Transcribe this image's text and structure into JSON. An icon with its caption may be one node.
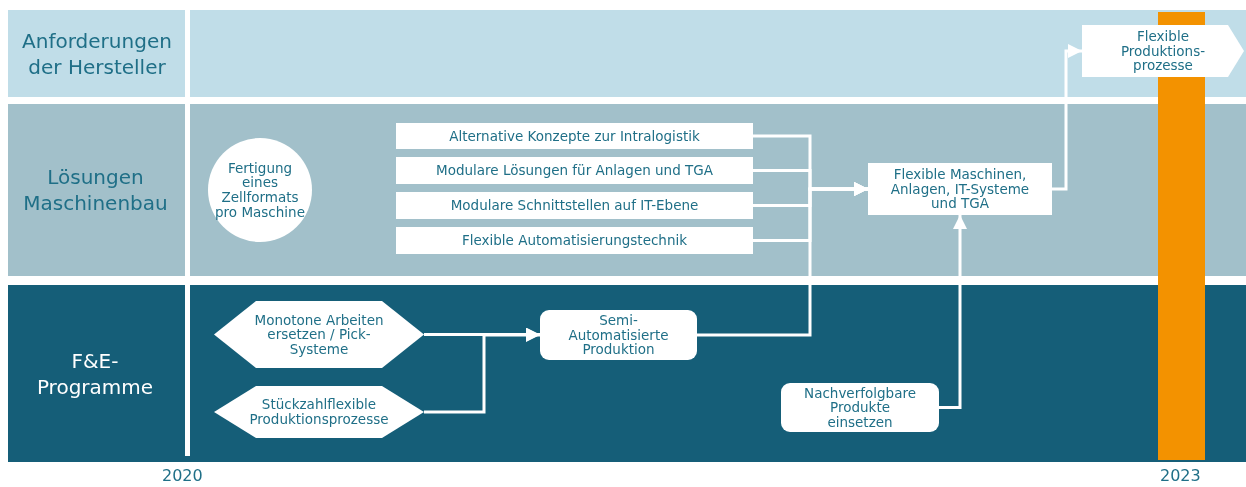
{
  "diagram": {
    "nodes": [
      {
        "text": [
          "Anforderungen der Hersteller"
        ]
      },
      {
        "text": [
          "Lösungen Maschinenbau"
        ]
      },
      {
        "text": [
          "F&E-Programme"
        ]
      },
      {
        "text": [
          "Flexible Produktions- prozesse"
        ],
        "in": 0
      },
      {
        "text": [
          "Fertigung eines Zellformats pro Maschine"
        ],
        "in": 1
      },
      {
        "text": [
          "Alternative Konzepte zur Intralogistik"
        ],
        "in": 1
      },
      {
        "text": [
          "Modulare Lösungen für Anlagen und TGA"
        ],
        "in": 1
      },
      {
        "text": [
          "Modulare Schnittstellen auf IT-Ebene"
        ],
        "in": 1
      },
      {
        "text": [
          "Flexible Automatisierungstechnik"
        ],
        "in": 1
      },
      {
        "text": [
          "Flexible Maschinen, Anlagen, IT-Systeme und TGA"
        ],
        "in": 1
      },
      {
        "text": [
          "Monotone Arbeiten ersetzen / Pick-Systeme"
        ],
        "in": 2
      },
      {
        "text": [
          "Stückzahlflexible Produktionsprozesse"
        ],
        "in": 2
      },
      {
        "text": [
          "Semi- Automatisierte Produktion"
        ],
        "in": 2
      },
      {
        "text": [
          "Nachverfolgbare Produkte einsetzen"
        ],
        "in": 2
      },
      {
        "text": [],
        "shape": "bar"
      }
    ],
    "edges": [
      {
        "from": 5,
        "to": 9,
        "arrow": "to"
      },
      {
        "from": 6,
        "to": 9,
        "arrow": "to"
      },
      {
        "from": 7,
        "to": 9,
        "arrow": "to"
      },
      {
        "from": 8,
        "to": 9,
        "arrow": "to"
      },
      {
        "from": 9,
        "to": 3,
        "arrow": "to"
      },
      {
        "from": 10,
        "to": 12,
        "arrow": "to"
      },
      {
        "from": 11,
        "to": 12,
        "arrow": "to"
      },
      {
        "from": 12,
        "to": 9,
        "arrow": "to"
      },
      {
        "from": 13,
        "to": 9,
        "arrow": "to"
      }
    ],
    "labels": [
      "2020",
      "2023"
    ]
  }
}
